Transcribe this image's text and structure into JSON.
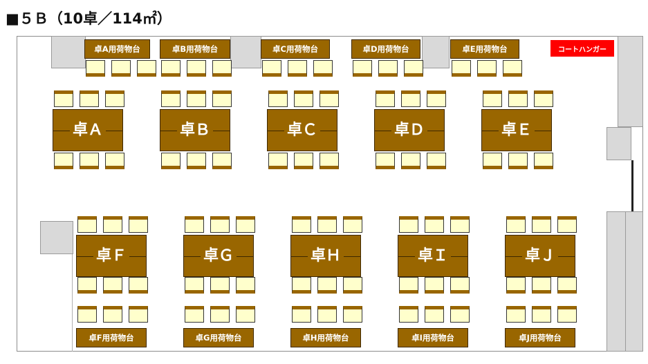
{
  "heading": "■５Ｂ（10卓／114㎡）",
  "coat_hanger": "コートハンガー",
  "tables": [
    "卓Ａ",
    "卓Ｂ",
    "卓Ｃ",
    "卓Ｄ",
    "卓Ｅ",
    "卓Ｆ",
    "卓Ｇ",
    "卓Ｈ",
    "卓Ｉ",
    "卓Ｊ"
  ],
  "luggage_tables": [
    "卓A用荷物台",
    "卓B用荷物台",
    "卓C用荷物台",
    "卓D用荷物台",
    "卓E用荷物台",
    "卓F用荷物台",
    "卓G用荷物台",
    "卓H用荷物台",
    "卓I用荷物台",
    "卓J用荷物台"
  ],
  "colors": {
    "table": "#996600",
    "chair": "#ffffcc",
    "coat_hanger": "#ff0000",
    "wall_block": "#d9d9d9"
  }
}
